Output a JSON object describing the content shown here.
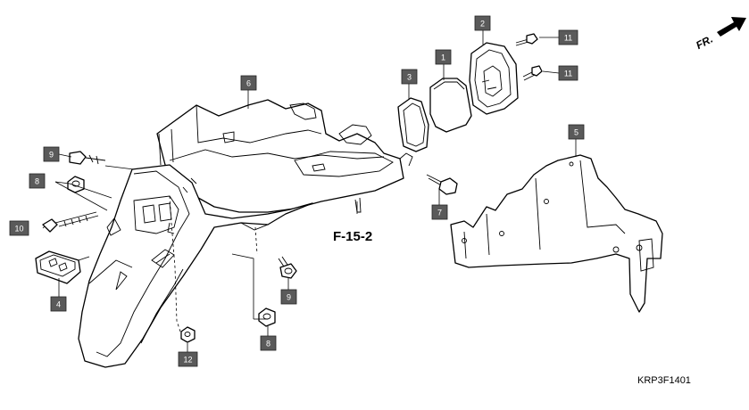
{
  "diagram": {
    "callouts": [
      {
        "id": "c1",
        "label": "1"
      },
      {
        "id": "c2",
        "label": "2"
      },
      {
        "id": "c3",
        "label": "3"
      },
      {
        "id": "c4",
        "label": "4"
      },
      {
        "id": "c5",
        "label": "5"
      },
      {
        "id": "c6",
        "label": "6"
      },
      {
        "id": "c7",
        "label": "7"
      },
      {
        "id": "c8a",
        "label": "8"
      },
      {
        "id": "c8b",
        "label": "8"
      },
      {
        "id": "c9a",
        "label": "9"
      },
      {
        "id": "c9b",
        "label": "9"
      },
      {
        "id": "c10",
        "label": "10"
      },
      {
        "id": "c11a",
        "label": "11"
      },
      {
        "id": "c11b",
        "label": "11"
      },
      {
        "id": "c12",
        "label": "12"
      }
    ],
    "reference": "F-15-2",
    "code": "KRP3F1401",
    "direction": "FR."
  }
}
